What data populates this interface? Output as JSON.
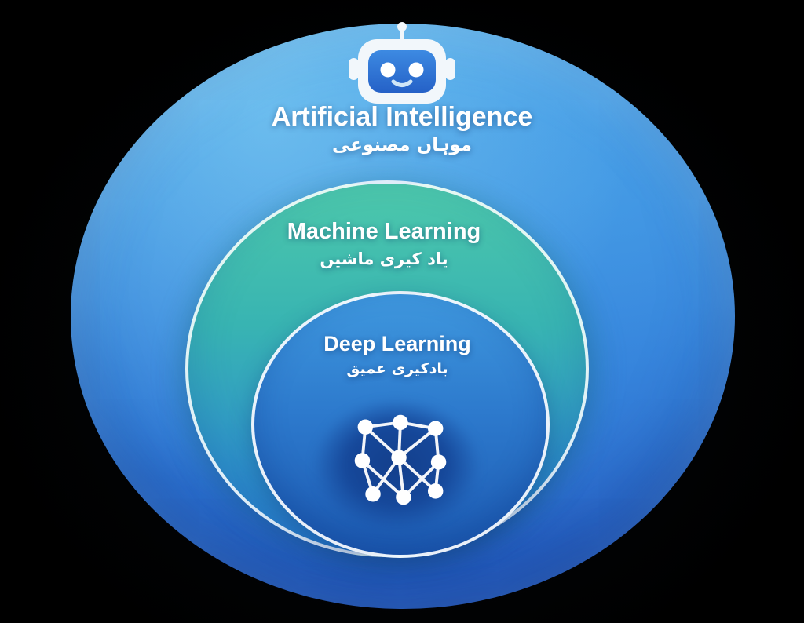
{
  "diagram_title": "Artificial Intelligence nested concepts diagram",
  "layers": [
    {
      "id": "artificial-intelligence",
      "title": "Artificial Intelligence",
      "subtitle_urdu": "موہاں مصنوعی"
    },
    {
      "id": "machine-learning",
      "title": "Machine Learning",
      "subtitle_urdu": "یاد کیری ماشیں"
    },
    {
      "id": "deep-learning",
      "title": "Deep Learning",
      "subtitle_urdu": "بادکیری عمیق"
    }
  ],
  "icons": [
    {
      "name": "robot-icon"
    },
    {
      "name": "neural-network-icon"
    }
  ],
  "colors": {
    "outer_blue_top": "#4ea8ea",
    "outer_blue_bottom": "#2559c0",
    "teal_ring": "#2daa97",
    "ml_top_teal": "#4dc8ab",
    "ml_bottom_blue": "#2b80d6",
    "dl_blue": "#1d5bb3",
    "dl_dark_pool": "#133f8c",
    "text": "#ffffff",
    "background": "#000000"
  }
}
